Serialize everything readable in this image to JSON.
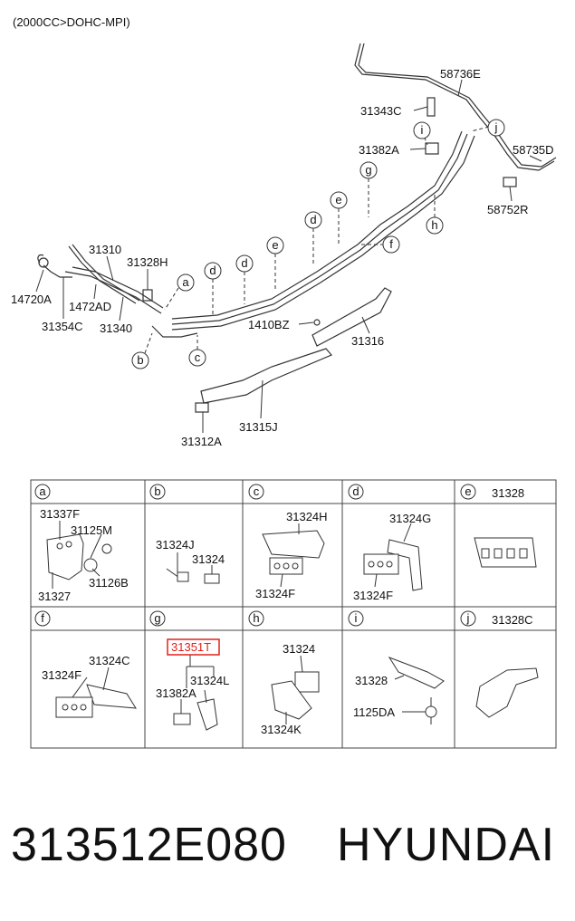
{
  "header": {
    "engine": "(2000CC>DOHC-MPI)"
  },
  "parts": {
    "p58736E": "58736E",
    "p31343C": "31343C",
    "p31382A_top": "31382A",
    "p58735D": "58735D",
    "p58752R": "58752R",
    "p31310": "31310",
    "p31328H": "31328H",
    "p14720A": "14720A",
    "p1472AD": "1472AD",
    "p31354C": "31354C",
    "p31340": "31340",
    "p1410BZ": "1410BZ",
    "p31316": "31316",
    "p31315J": "31315J",
    "p31312A": "31312A"
  },
  "callouts": {
    "a": "a",
    "b": "b",
    "c": "c",
    "d": "d",
    "e": "e",
    "f": "f",
    "g": "g",
    "h": "h",
    "i": "i",
    "j": "j"
  },
  "table": {
    "row1": [
      {
        "letter": "a",
        "title": "",
        "labels": [
          "31337F",
          "31125M",
          "31126B",
          "31327"
        ]
      },
      {
        "letter": "b",
        "title": "",
        "labels": [
          "31324J",
          "31324"
        ]
      },
      {
        "letter": "c",
        "title": "",
        "labels": [
          "31324H",
          "31324F"
        ]
      },
      {
        "letter": "d",
        "title": "",
        "labels": [
          "31324G",
          "31324F"
        ]
      },
      {
        "letter": "e",
        "title": "31328",
        "labels": []
      }
    ],
    "row2": [
      {
        "letter": "f",
        "title": "",
        "labels": [
          "31324C",
          "31324F"
        ]
      },
      {
        "letter": "g",
        "title": "",
        "labels": [
          "31351T",
          "31324L",
          "31382A"
        ]
      },
      {
        "letter": "h",
        "title": "",
        "labels": [
          "31324",
          "31324K"
        ]
      },
      {
        "letter": "i",
        "title": "",
        "labels": [
          "31328",
          "1125DA"
        ]
      },
      {
        "letter": "j",
        "title": "31328C",
        "labels": []
      }
    ]
  },
  "footer": {
    "part_number": "313512E080",
    "brand": "HYUNDAI"
  }
}
